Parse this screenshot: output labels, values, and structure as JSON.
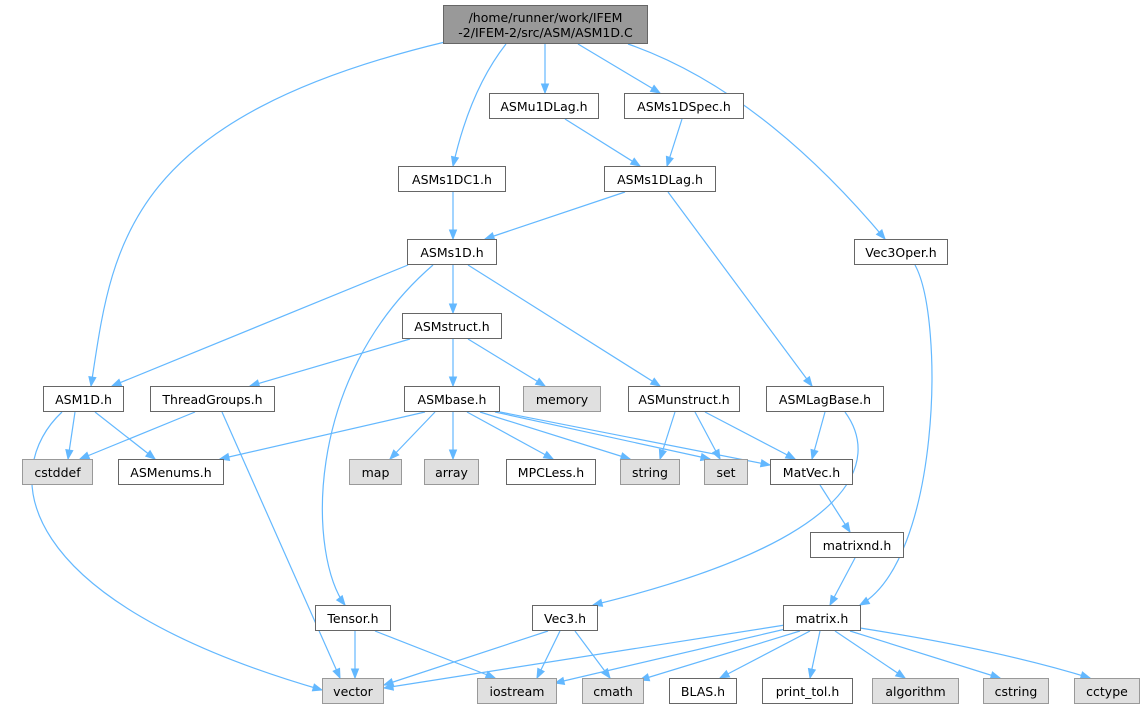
{
  "graph": {
    "root": {
      "line1": "/home/runner/work/IFEM",
      "line2": "-2/IFEM-2/src/ASM/ASM1D.C"
    },
    "nodes": {
      "asmu1dlag": "ASMu1DLag.h",
      "asms1dspec": "ASMs1DSpec.h",
      "asms1dc1": "ASMs1DC1.h",
      "asms1dlag": "ASMs1DLag.h",
      "vec3oper": "Vec3Oper.h",
      "asms1d": "ASMs1D.h",
      "asmstruct": "ASMstruct.h",
      "asm1d": "ASM1D.h",
      "threadgroups": "ThreadGroups.h",
      "asmbase": "ASMbase.h",
      "memory": "memory",
      "asmunstruct": "ASMunstruct.h",
      "asmlagbase": "ASMLagBase.h",
      "cstddef": "cstddef",
      "asmenums": "ASMenums.h",
      "map": "map",
      "array": "array",
      "mpcless": "MPCLess.h",
      "string": "string",
      "set": "set",
      "matvec": "MatVec.h",
      "matrixnd": "matrixnd.h",
      "tensor": "Tensor.h",
      "vec3": "Vec3.h",
      "matrix": "matrix.h",
      "vector": "vector",
      "iostream": "iostream",
      "cmath": "cmath",
      "blas": "BLAS.h",
      "print_tol": "print_tol.h",
      "algorithm": "algorithm",
      "cstring": "cstring",
      "cctype": "cctype"
    },
    "colors": {
      "edge": "#63b8ff",
      "root_fill": "#999999",
      "system_fill": "#e0e0e0"
    }
  }
}
